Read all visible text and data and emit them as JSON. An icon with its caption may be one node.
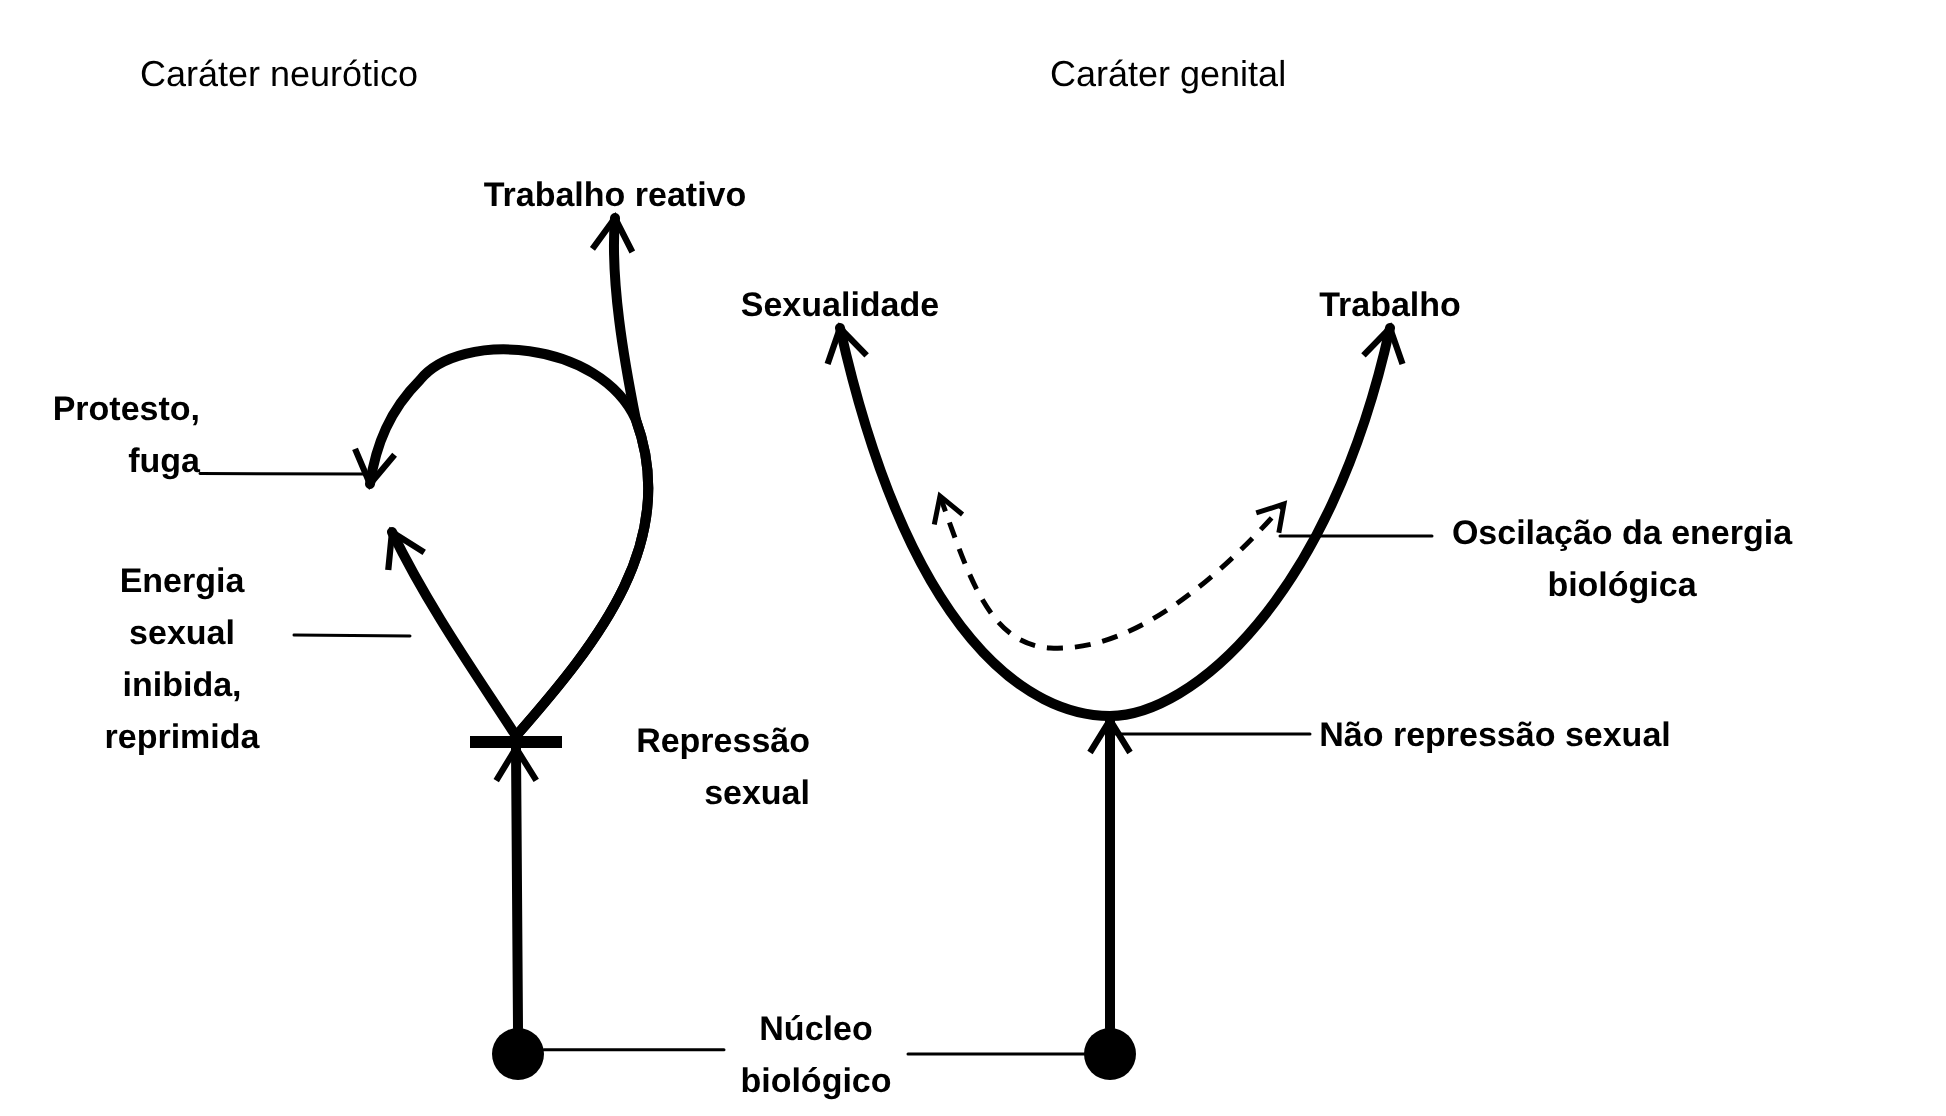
{
  "diagram": {
    "nodes": [
      {
        "text": [
          "Trabalho reativo"
        ]
      },
      {
        "text": [
          "Protesto, fuga"
        ]
      },
      {
        "text": [
          "Energia sexual inibida, reprimida"
        ]
      },
      {
        "text": [],
        "shape": "bar",
        "beside": [
          "Repressão sexual"
        ]
      },
      {
        "text": [
          "Sexualidade"
        ]
      },
      {
        "text": [
          "Trabalho"
        ]
      },
      {
        "text": [
          "Oscilação da energia biológica"
        ]
      },
      {
        "text": [
          "Não repressão sexual"
        ]
      },
      {
        "text": [],
        "shape": "circle"
      },
      {
        "text": [
          "Núcleo biológico"
        ]
      },
      {
        "text": [],
        "shape": "circle"
      }
    ],
    "edges": [
      {
        "from": 8,
        "to": 3,
        "arrow": "to",
        "style": "thick"
      },
      {
        "from": 3,
        "to": null,
        "arrow": "to",
        "style": "thick"
      },
      {
        "from": 3,
        "to": null,
        "arrow": "to",
        "style": "thick"
      },
      {
        "from": 3,
        "to": 0,
        "arrow": "to",
        "style": "thick"
      },
      {
        "from": 1,
        "to": null,
        "arrow": "none"
      },
      {
        "from": 2,
        "to": null,
        "arrow": "none"
      },
      {
        "from": 10,
        "to": null,
        "arrow": "to",
        "style": "thick"
      },
      {
        "from": 4,
        "to": 5,
        "arrow": "both",
        "style": "thick"
      },
      {
        "from": 6,
        "to": null,
        "arrow": "none"
      },
      {
        "from": 7,
        "to": null,
        "arrow": "none"
      },
      {
        "from": 9,
        "to": 8,
        "arrow": "none"
      },
      {
        "from": 9,
        "to": 10,
        "arrow": "none"
      }
    ],
    "labels": [
      "Caráter neurótico",
      "Caráter genital"
    ]
  }
}
